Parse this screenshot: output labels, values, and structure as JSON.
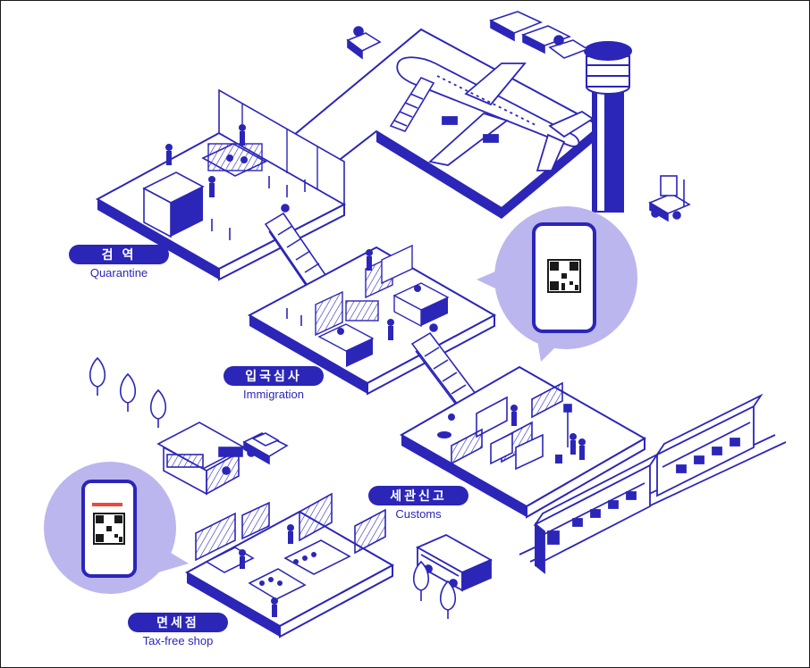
{
  "colors": {
    "primary": "#2b26b8",
    "bubble": "#bcb6ee",
    "line": "#2b26b8",
    "accent": "#e84a3c"
  },
  "stages": [
    {
      "key": "quarantine",
      "korean": "검  역",
      "english": "Quarantine"
    },
    {
      "key": "immigration",
      "korean": "입국심사",
      "english": "Immigration"
    },
    {
      "key": "customs",
      "korean": "세관신고",
      "english": "Customs"
    },
    {
      "key": "taxfree",
      "korean": "면세점",
      "english": "Tax-free shop"
    }
  ],
  "icons": [
    "qr-code-icon",
    "smartphone-icon",
    "airplane-icon",
    "control-tower-icon",
    "train-icon",
    "bus-icon",
    "taxi-icon",
    "tree-icon",
    "escalator-icon",
    "forklift-icon"
  ]
}
